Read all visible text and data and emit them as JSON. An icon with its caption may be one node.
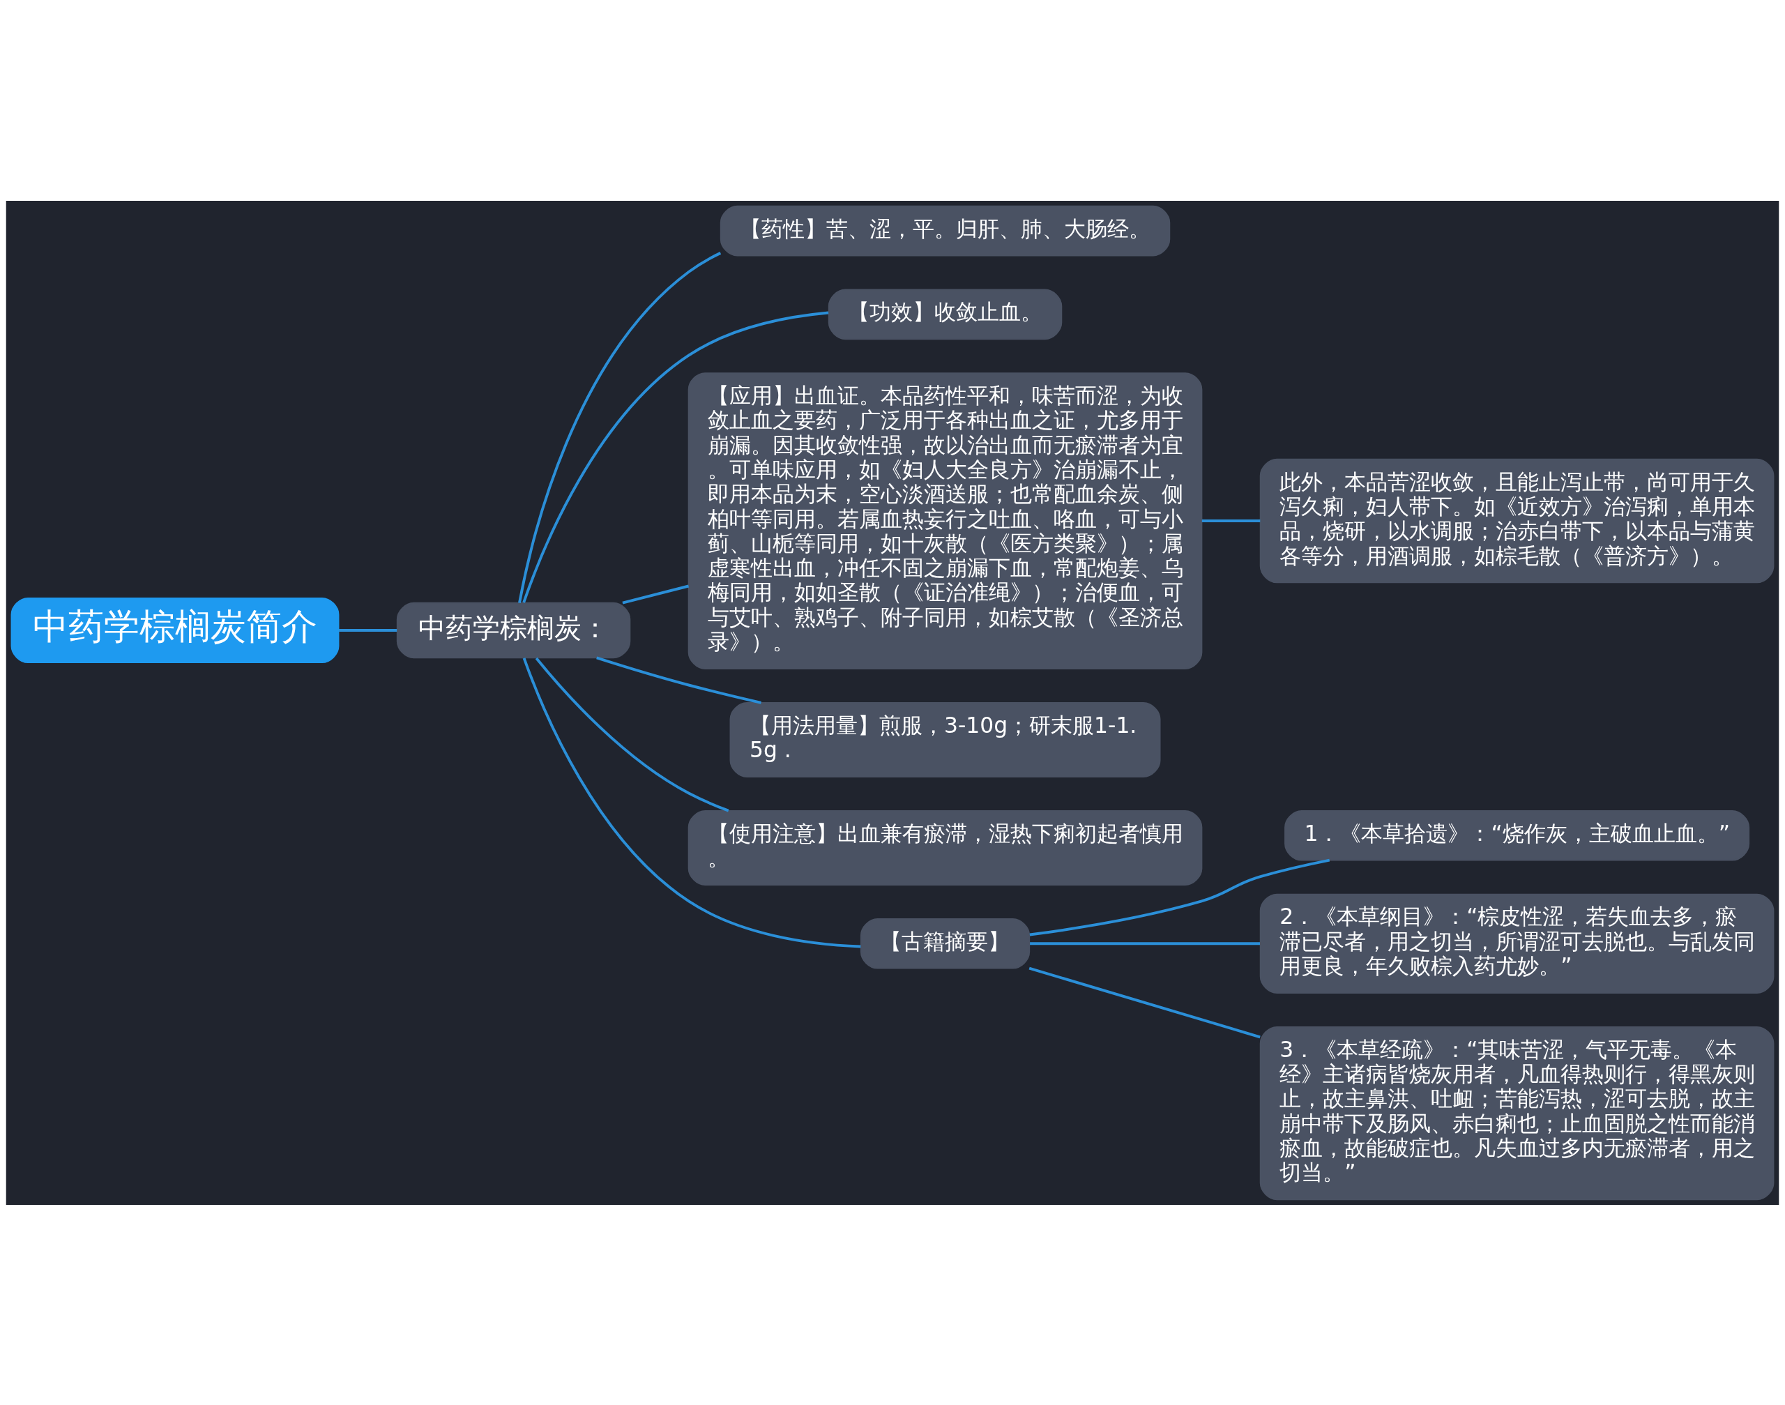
{
  "diagram": {
    "nodes": [
      {
        "text": [
          "中药学棕榈炭简介"
        ]
      },
      {
        "text": [
          "中药学棕榈炭："
        ]
      },
      {
        "text": [
          "【药性】苦、涩，平。归肝、肺、大肠经。"
        ]
      },
      {
        "text": [
          "【功效】收敛止血。"
        ]
      },
      {
        "text": [
          "【应用】出血证。本品药性平和，味苦而涩，为收敛止血之要药，广泛用于各种出血之证，尤多用于崩漏。因其收敛性强，故以治出血而无瘀滞者为宜。可单味应用，如《妇人大全良方》治崩漏不止，即用本品为末，空心淡酒送服；也常配血余炭、侧柏叶等同用。若属血热妄行之吐血、咯血，可与小蓟、山栀等同用，如十灰散（《医方类聚》）；属虚寒性出血，冲任不固之崩漏下血，常配炮姜、乌梅同用，如如圣散（《证治准绳》）；治便血，可与艾叶、熟鸡子、附子同用，如棕艾散（《圣济总录》）。"
        ]
      },
      {
        "text": [
          "此外，本品苦涩收敛，且能止泻止带，尚可用于久泻久痢，妇人带下。如《近效方》治泻痢，单用本品，烧研，以水调服；治赤白带下，以本品与蒲黄各等分，用酒调服，如棕毛散（《普济方》）。"
        ]
      },
      {
        "text": [
          "【用法用量】煎服，3-10g；研末服1-1.5g ."
        ]
      },
      {
        "text": [
          "【使用注意】出血兼有瘀滞，湿热下痢初起者慎用。"
        ]
      },
      {
        "text": [
          "【古籍摘要】"
        ]
      },
      {
        "text": [
          "1．《本草拾遗》：“烧作灰，主破血止血。”"
        ]
      },
      {
        "text": [
          "2．《本草纲目》：“棕皮性涩，若失血去多，瘀滞已尽者，用之切当，所谓涩可去脱也。与乱发同用更良，年久败棕入药尤妙。”"
        ]
      },
      {
        "text": [
          "3．《本草经疏》：“其味苦涩，气平无毒。《本经》主诸病皆烧灰用者，凡血得热则行，得黑灰则止，故主鼻洪、吐衄；苦能泻热，涩可去脱，故主崩中带下及肠风、赤白痢也；止血固脱之性而能消瘀血，故能破症也。凡失血过多内无瘀滞者，用之切当。”"
        ]
      }
    ],
    "edges": [
      {
        "from": 0,
        "to": 1,
        "arrow": "none"
      },
      {
        "from": 1,
        "to": 2,
        "arrow": "none"
      },
      {
        "from": 1,
        "to": 3,
        "arrow": "none"
      },
      {
        "from": 1,
        "to": 4,
        "arrow": "none"
      },
      {
        "from": 4,
        "to": 5,
        "arrow": "none"
      },
      {
        "from": 1,
        "to": 6,
        "arrow": "none"
      },
      {
        "from": 1,
        "to": 7,
        "arrow": "none"
      },
      {
        "from": 1,
        "to": 8,
        "arrow": "none"
      },
      {
        "from": 8,
        "to": 9,
        "arrow": "none"
      },
      {
        "from": 8,
        "to": 10,
        "arrow": "none"
      },
      {
        "from": 8,
        "to": 11,
        "arrow": "none"
      }
    ]
  }
}
